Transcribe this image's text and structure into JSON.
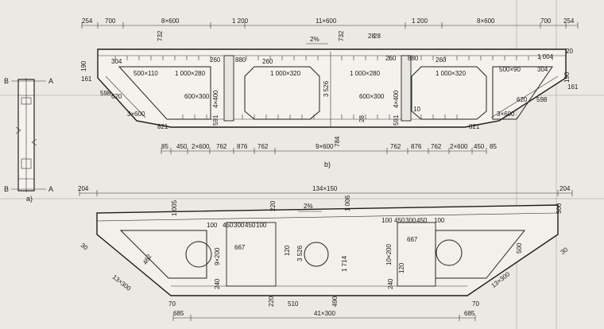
{
  "figure_labels": {
    "a": "a)",
    "b": "b)"
  },
  "section_marks": [
    "B",
    "A",
    "B",
    "A"
  ],
  "top_dims": {
    "overall": [
      "254",
      "700",
      "8×600",
      "1 200",
      "11×600",
      "1 200",
      "8×600",
      "700",
      "254"
    ],
    "inner": [
      "732",
      "732",
      "28",
      "190",
      "304",
      "260",
      "880",
      "260",
      "260",
      "880",
      "260",
      "1 004",
      "20",
      "190",
      "304",
      "161",
      "161",
      "598",
      "620",
      "598",
      "620",
      "3×600",
      "3×600",
      "821",
      "821"
    ],
    "openings": [
      "500×110",
      "1 000×280",
      "1 000×320",
      "1 000×280",
      "1 000×320",
      "500×90",
      "600×300",
      "600×300",
      "4×400",
      "4×400",
      "3 526",
      "591",
      "591",
      "28",
      "28",
      "10"
    ],
    "bottom": [
      "85",
      "450",
      "2×600",
      "762",
      "876",
      "762",
      "9×600",
      "762",
      "876",
      "762",
      "2×600",
      "450",
      "85",
      "784"
    ],
    "slope": "2%"
  },
  "bot_dims": {
    "overall": [
      "204",
      "134×150",
      "204"
    ],
    "labels": [
      "2%",
      "1 005",
      "220",
      "1 006",
      "500",
      "100",
      "450",
      "300",
      "450",
      "100",
      "100",
      "450",
      "300",
      "450",
      "100",
      "9×200",
      "667",
      "120",
      "3 526",
      "10×200",
      "667",
      "120",
      "1 714",
      "240",
      "240",
      "220",
      "510",
      "490",
      "462",
      "13×300",
      "13×300",
      "30",
      "30",
      "70",
      "70",
      "685",
      "41×300",
      "685",
      "500"
    ]
  }
}
